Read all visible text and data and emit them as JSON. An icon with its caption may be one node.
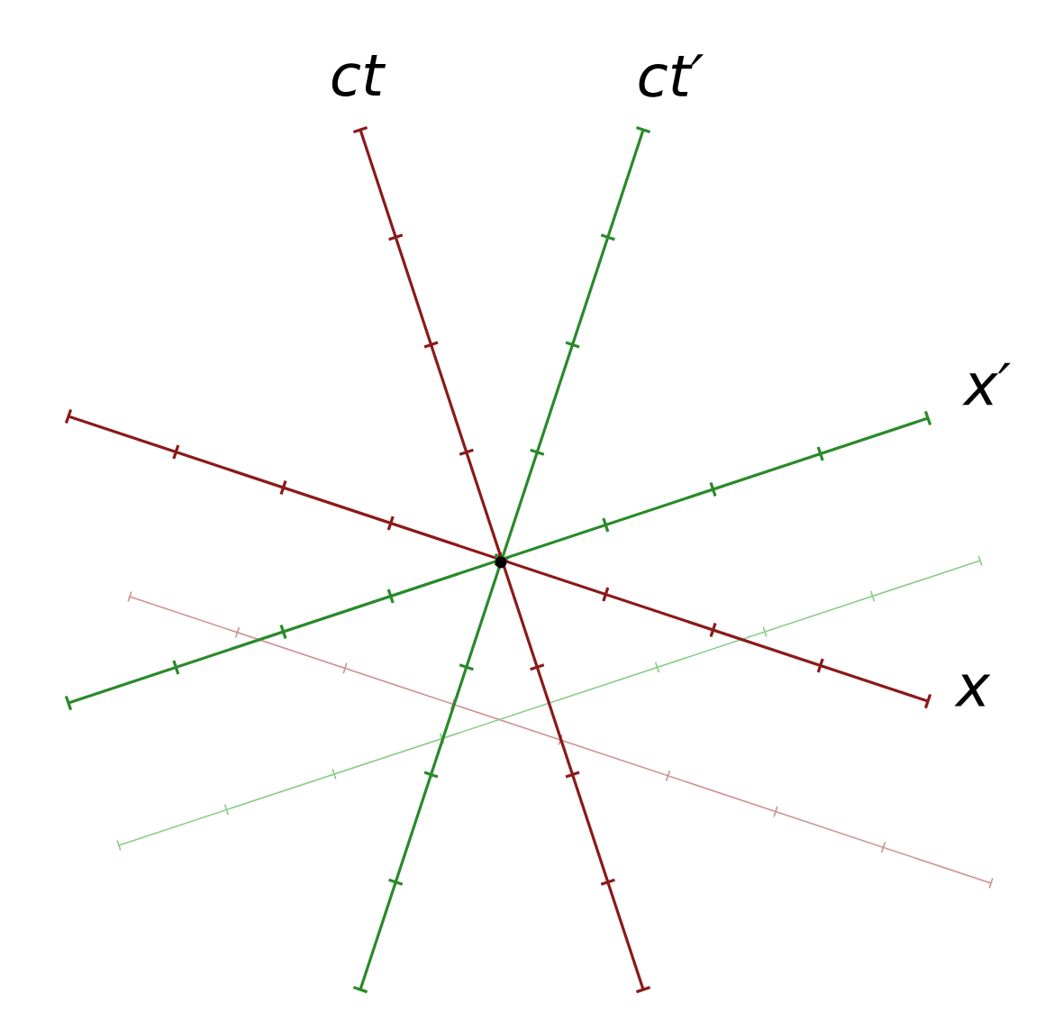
{
  "diagram": {
    "labels": [
      "ct",
      "ct′",
      "x′",
      "x"
    ]
  }
}
